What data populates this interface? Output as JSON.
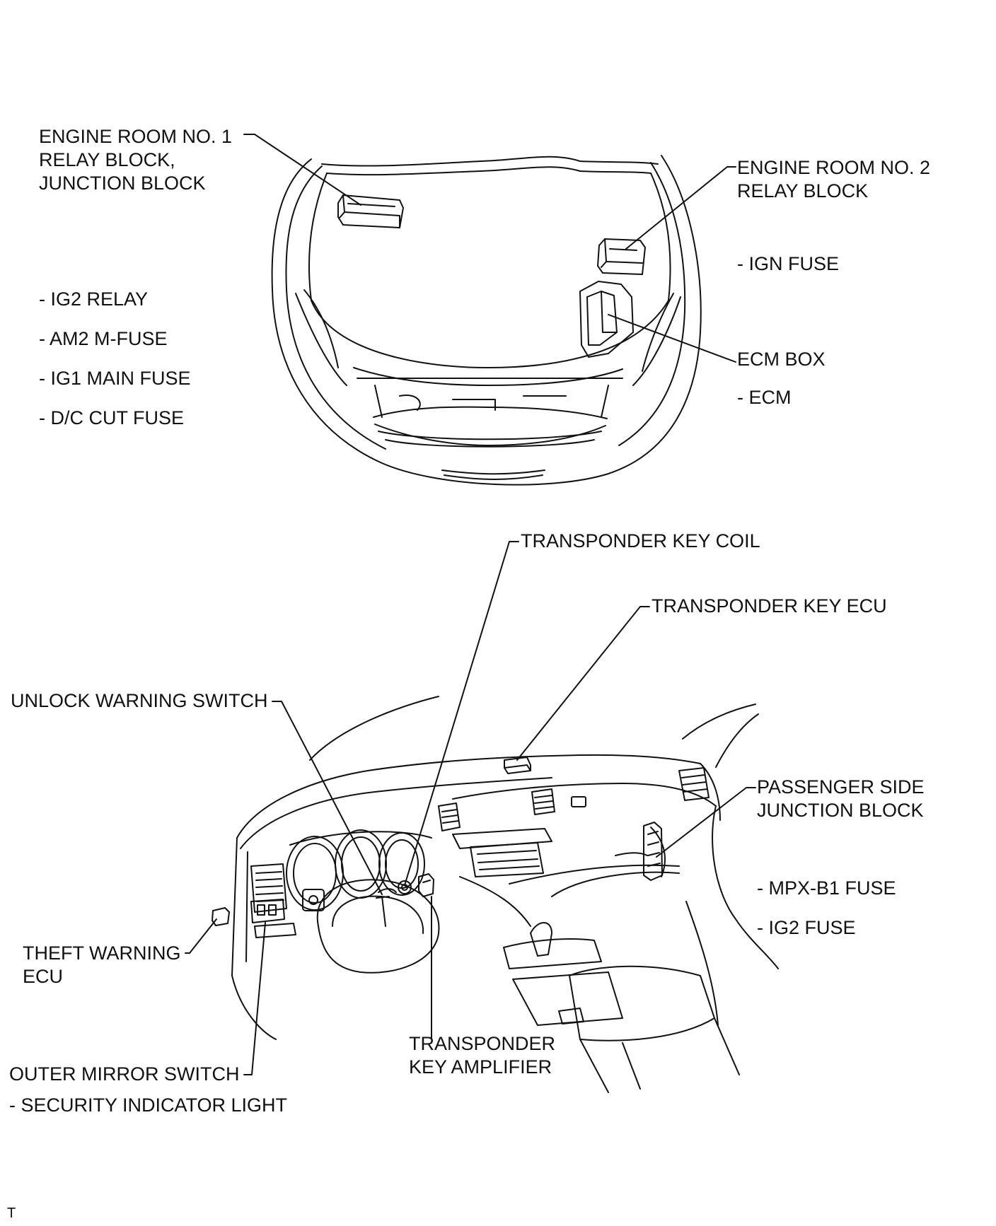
{
  "engine_room": {
    "relay1": [
      "ENGINE ROOM NO. 1",
      "RELAY BLOCK,",
      "JUNCTION BLOCK"
    ],
    "relay1_items": [
      "- IG2 RELAY",
      "- AM2 M-FUSE",
      "- IG1 MAIN FUSE",
      "- D/C CUT FUSE"
    ],
    "relay2": [
      "ENGINE ROOM NO. 2",
      "RELAY BLOCK"
    ],
    "relay2_items": [
      "- IGN FUSE"
    ],
    "ecm_box": "ECM BOX",
    "ecm_items": [
      "- ECM"
    ]
  },
  "interior": {
    "key_coil": "TRANSPONDER KEY COIL",
    "key_ecu": "TRANSPONDER KEY ECU",
    "unlock_switch": "UNLOCK WARNING SWITCH",
    "passenger_jb": [
      "PASSENGER SIDE",
      "JUNCTION BLOCK"
    ],
    "passenger_jb_items": [
      "- MPX-B1 FUSE",
      "- IG2 FUSE"
    ],
    "theft_ecu": [
      "THEFT WARNING",
      "ECU"
    ],
    "key_amplifier": [
      "TRANSPONDER",
      "KEY AMPLIFIER"
    ],
    "mirror_switch": "OUTER MIRROR SWITCH",
    "mirror_items": [
      "- SECURITY INDICATOR LIGHT"
    ]
  },
  "footer": {
    "mark": "T"
  }
}
